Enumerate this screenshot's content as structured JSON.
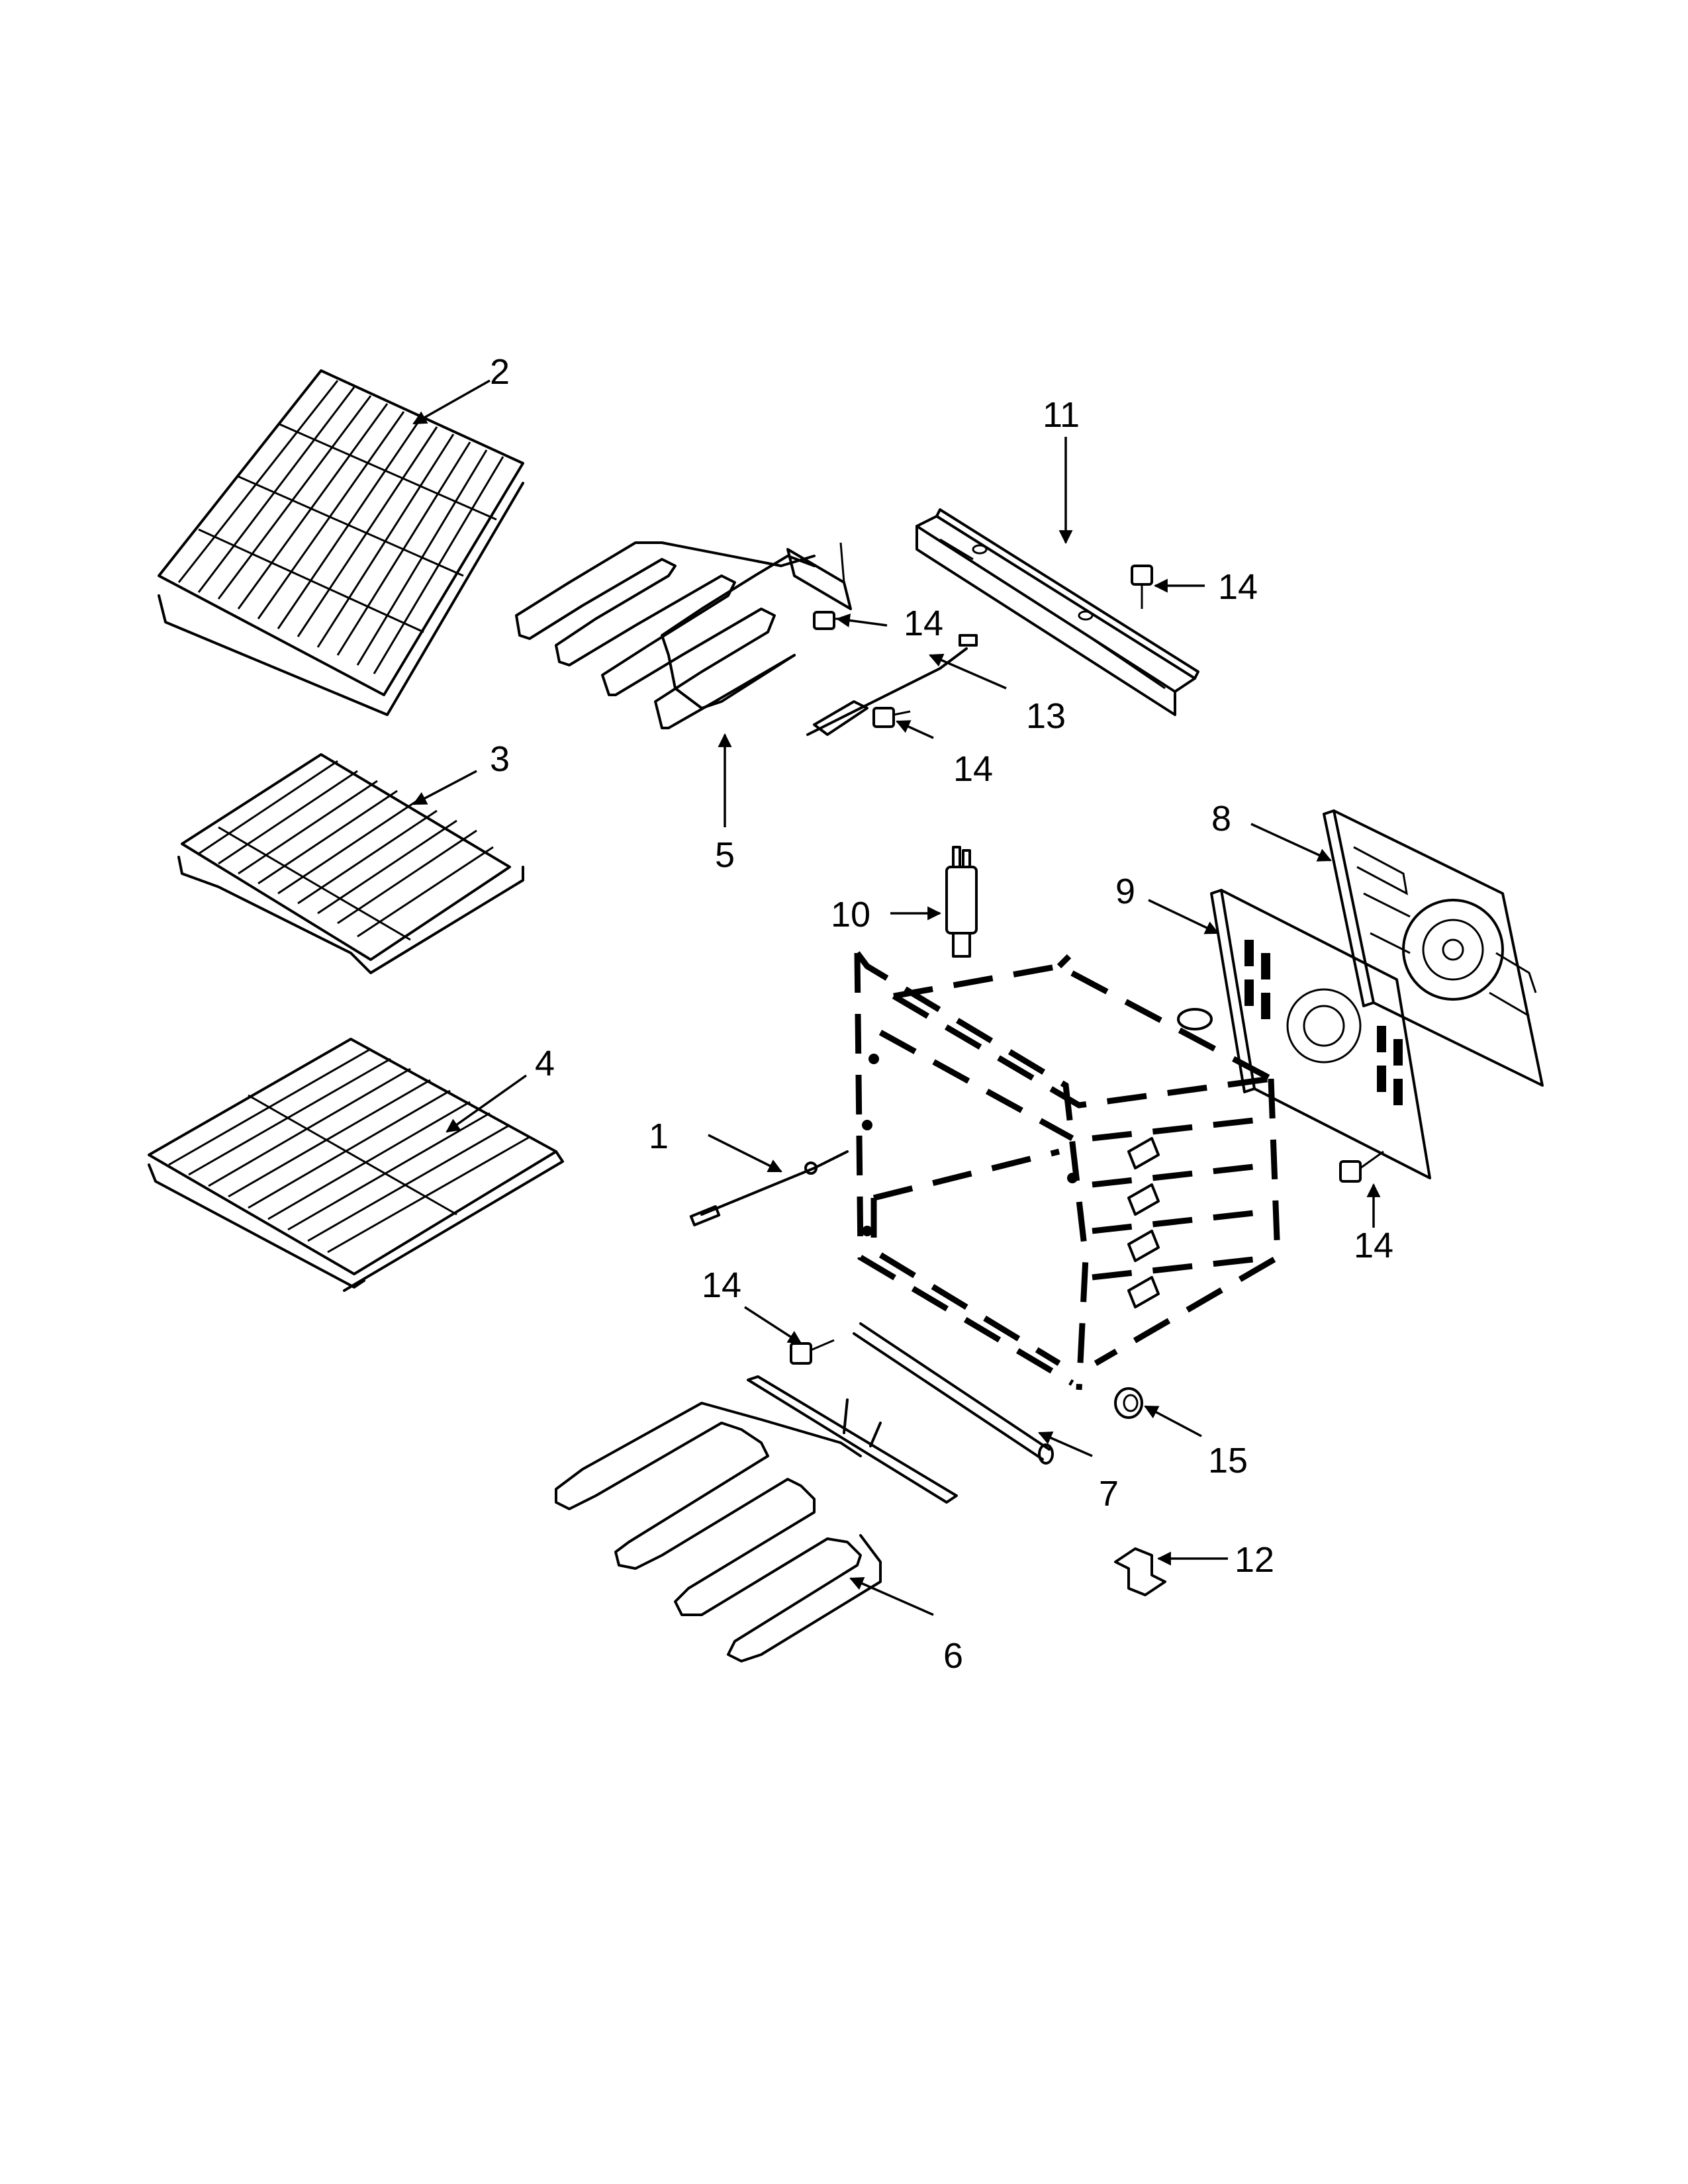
{
  "callouts": {
    "c1": "1",
    "c2": "2",
    "c3": "3",
    "c4": "4",
    "c5": "5",
    "c6": "6",
    "c7": "7",
    "c8": "8",
    "c9": "9",
    "c10": "10",
    "c11": "11",
    "c12": "12",
    "c13": "13",
    "c14a": "14",
    "c14b": "14",
    "c14c": "14",
    "c14d": "14",
    "c14e": "14",
    "c15": "15"
  },
  "colors": {
    "line": "#000000",
    "background": "#ffffff"
  }
}
